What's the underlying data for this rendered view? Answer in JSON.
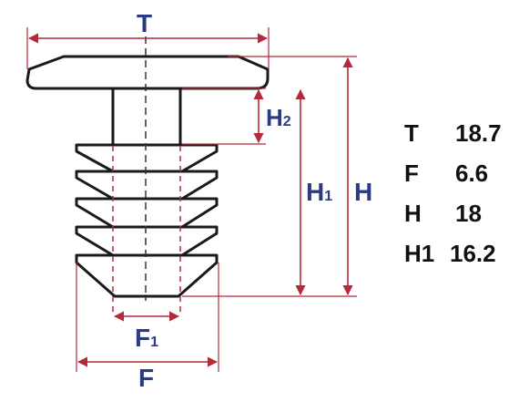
{
  "labels": {
    "T": "T",
    "F": "F",
    "F1_base": "F",
    "F1_sub": "1",
    "H": "H",
    "H1_base": "H",
    "H1_sub": "1",
    "H2_base": "H",
    "H2_sub": "2"
  },
  "specs": [
    {
      "key": "T",
      "value": "18.7"
    },
    {
      "key": "F",
      "value": "6.6"
    },
    {
      "key": "H",
      "value": "18"
    },
    {
      "key": "H1",
      "value": "16.2"
    }
  ],
  "colors": {
    "outline": "#1a1a1a",
    "dimension": "#b5293a",
    "label": "#2b3a84",
    "centerline": "#333333"
  }
}
